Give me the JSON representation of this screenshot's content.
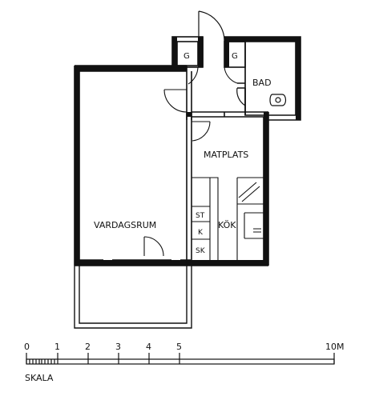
{
  "rooms": {
    "vardagsrum": "VARDAGSRUM",
    "matplats": "MATPLATS",
    "kok": "KÖK",
    "bad": "BAD"
  },
  "closets": {
    "g1": "G",
    "g2": "G"
  },
  "kitchen_units": {
    "st": "ST",
    "k": "K",
    "sk": "SK"
  },
  "scale": {
    "label": "SKALA",
    "ticks": [
      "0",
      "1",
      "2",
      "3",
      "4",
      "5",
      "10M"
    ]
  }
}
